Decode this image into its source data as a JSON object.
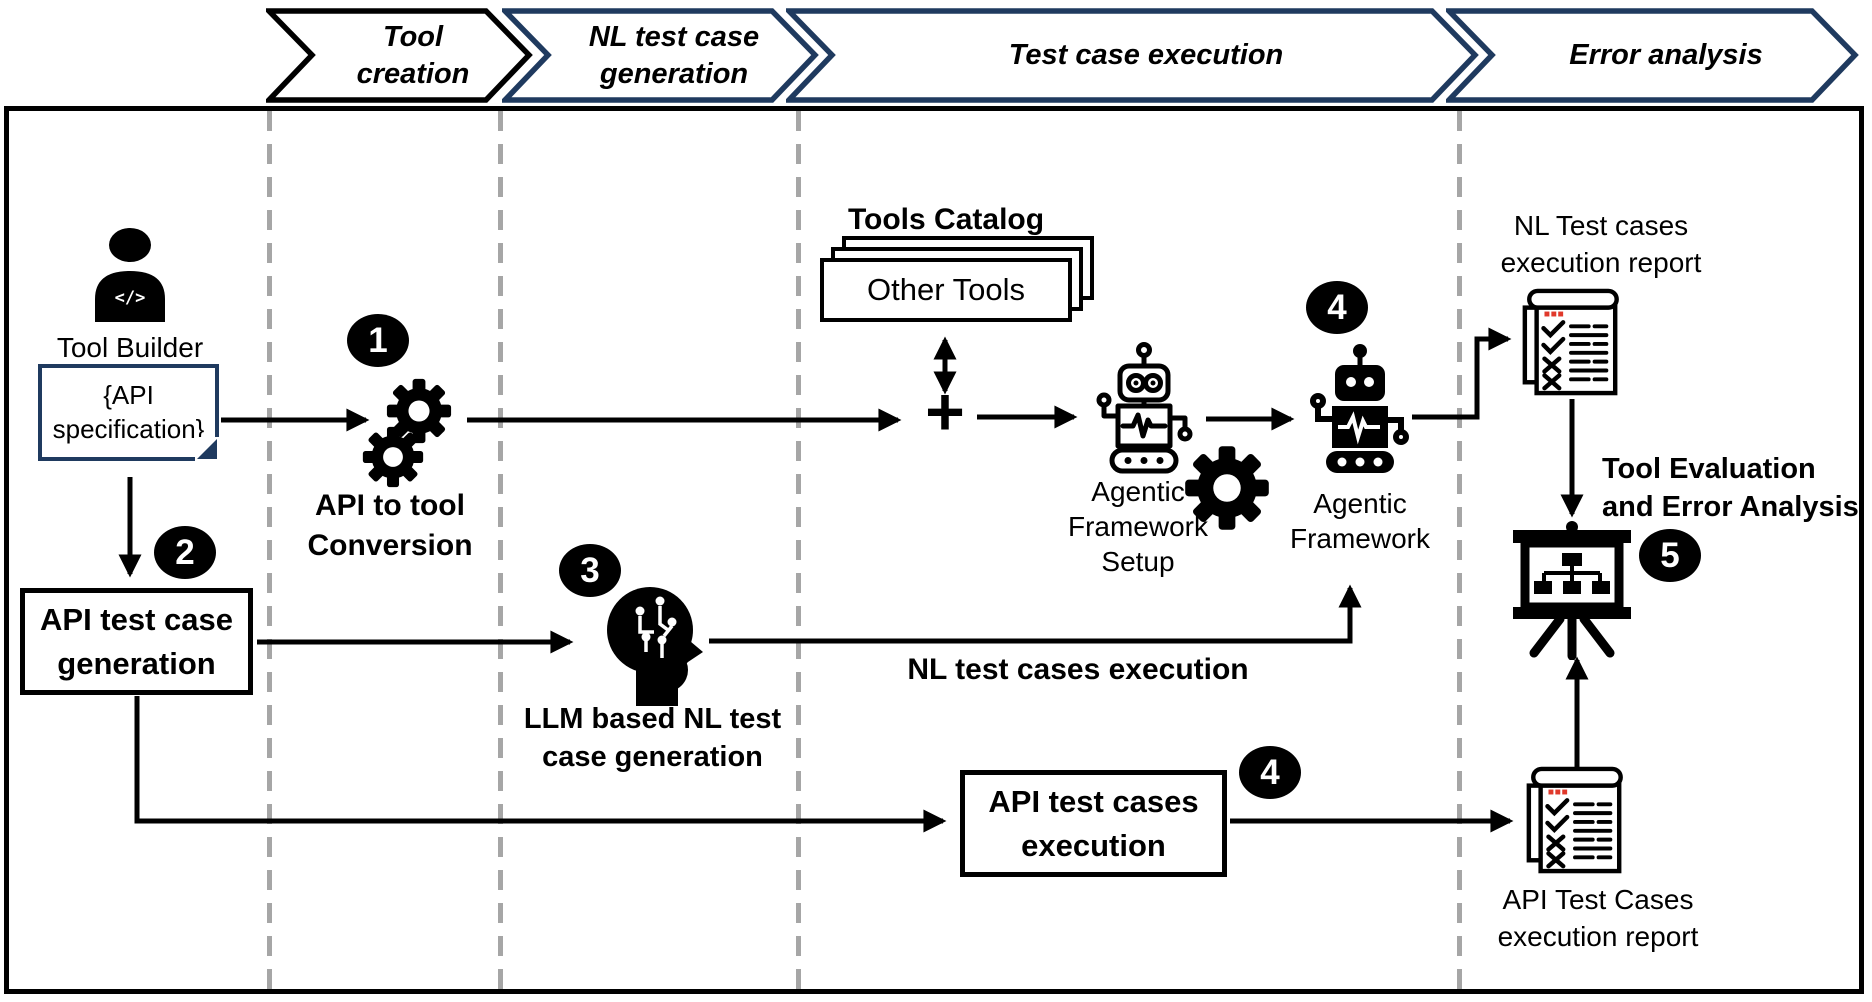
{
  "colors": {
    "navy": "#1f3a5f",
    "black": "#000000",
    "dash_gray": "#a6a6a6",
    "report_red": "#e0392b"
  },
  "phases": [
    {
      "label": "Tool creation"
    },
    {
      "label": "NL test case generation"
    },
    {
      "label": "Test case execution"
    },
    {
      "label": "Error analysis"
    }
  ],
  "badges": {
    "step1": "1",
    "step2": "2",
    "step3": "3",
    "step4_agentic": "4",
    "step4_api": "4",
    "step5": "5"
  },
  "nodes": {
    "tool_builder": "Tool Builder",
    "api_specification": "{API specification}",
    "api_to_tool_conversion": "API to tool Conversion",
    "api_test_case_generation": "API test case generation",
    "llm_nl_test_case_generation": "LLM based NL test case generation",
    "tools_catalog": "Tools Catalog",
    "other_tools": "Other Tools",
    "plus_sign": "+",
    "agentic_framework_setup": "Agentic Framework Setup",
    "agentic_framework": "Agentic Framework",
    "nl_test_cases_execution": "NL test cases execution",
    "api_test_cases_execution": "API test cases execution",
    "nl_report": "NL Test cases execution report",
    "tool_evaluation": "Tool Evaluation and Error Analysis",
    "api_report": "API Test Cases execution report"
  },
  "icons": {
    "tool_builder_chest": "</>",
    "tool_builder": "person-with-code",
    "conversion": "double-gear",
    "llm": "circuit-brain-head",
    "join": "plus",
    "agentic_setup": "robot-outline-with-gear",
    "agentic_framework": "robot-filled",
    "report": "checklist-clipboard",
    "evaluation": "presentation-org-chart-board"
  }
}
